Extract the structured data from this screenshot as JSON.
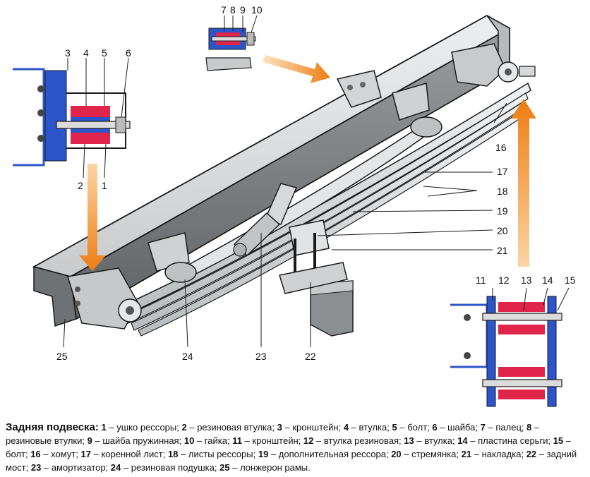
{
  "diagram": {
    "callouts": [
      "1",
      "2",
      "3",
      "4",
      "5",
      "6",
      "7",
      "8",
      "9",
      "10",
      "11",
      "12",
      "13",
      "14",
      "15",
      "16",
      "17",
      "18",
      "19",
      "20",
      "21",
      "22",
      "23",
      "24",
      "25"
    ]
  },
  "caption": {
    "title": "Задняя подвеска:",
    "items": [
      {
        "num": "1",
        "text": "ушко рессоры"
      },
      {
        "num": "2",
        "text": "резиновая втулка"
      },
      {
        "num": "3",
        "text": "кронштейн"
      },
      {
        "num": "4",
        "text": "втулка"
      },
      {
        "num": "5",
        "text": "болт"
      },
      {
        "num": "6",
        "text": "шайба"
      },
      {
        "num": "7",
        "text": "палец"
      },
      {
        "num": "8",
        "text": "резиновые втулки"
      },
      {
        "num": "9",
        "text": "шайба пружинная"
      },
      {
        "num": "10",
        "text": "гайка"
      },
      {
        "num": "11",
        "text": "кронштейн"
      },
      {
        "num": "12",
        "text": "втулка резиновая"
      },
      {
        "num": "13",
        "text": "втулка"
      },
      {
        "num": "14",
        "text": "пластина серьги"
      },
      {
        "num": "15",
        "text": "болт"
      },
      {
        "num": "16",
        "text": "хомут"
      },
      {
        "num": "17",
        "text": "коренной лист"
      },
      {
        "num": "18",
        "text": "листы рессоры"
      },
      {
        "num": "19",
        "text": "дополнительная рессора"
      },
      {
        "num": "20",
        "text": "стремянка"
      },
      {
        "num": "21",
        "text": "накладка"
      },
      {
        "num": "22",
        "text": "задний мост"
      },
      {
        "num": "23",
        "text": "амортизатор"
      },
      {
        "num": "24",
        "text": "резиновая подушка"
      },
      {
        "num": "25",
        "text": "лонжерон рамы"
      }
    ]
  },
  "colors": {
    "steel": "#d7d9db",
    "steel_dark": "#8a8d90",
    "outline": "#1a1a1a",
    "rubber": "#e0244a",
    "bushing_blue": "#2b55c8",
    "arrow": "#f08c1e"
  }
}
